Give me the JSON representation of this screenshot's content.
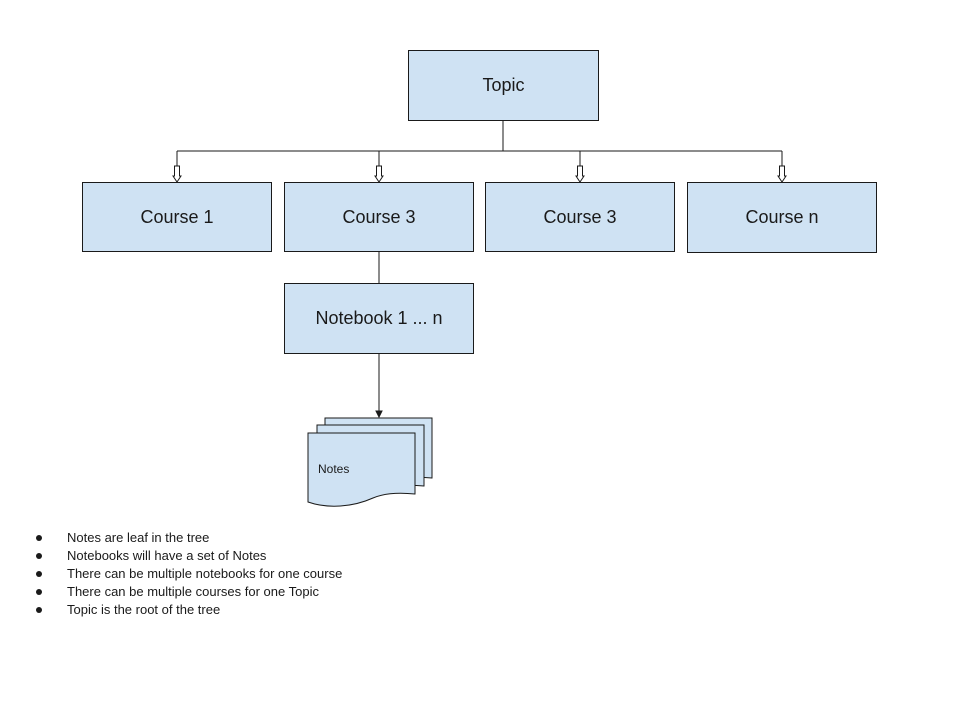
{
  "diagram": {
    "root": {
      "label": "Topic"
    },
    "courses": [
      {
        "label": "Course 1"
      },
      {
        "label": "Course 3"
      },
      {
        "label": "Course 3"
      },
      {
        "label": "Course n"
      }
    ],
    "notebook": {
      "label": "Notebook 1 ... n"
    },
    "notes": {
      "label": "Notes"
    },
    "colors": {
      "node_fill": "#cfe2f3",
      "stroke": "#1a1a1a"
    }
  },
  "notes_list": [
    "Notes are leaf in the tree",
    "Notebooks will have a set of Notes",
    "There can be multiple notebooks for one course",
    "There can be multiple courses for one Topic",
    "Topic is the root of the tree"
  ]
}
